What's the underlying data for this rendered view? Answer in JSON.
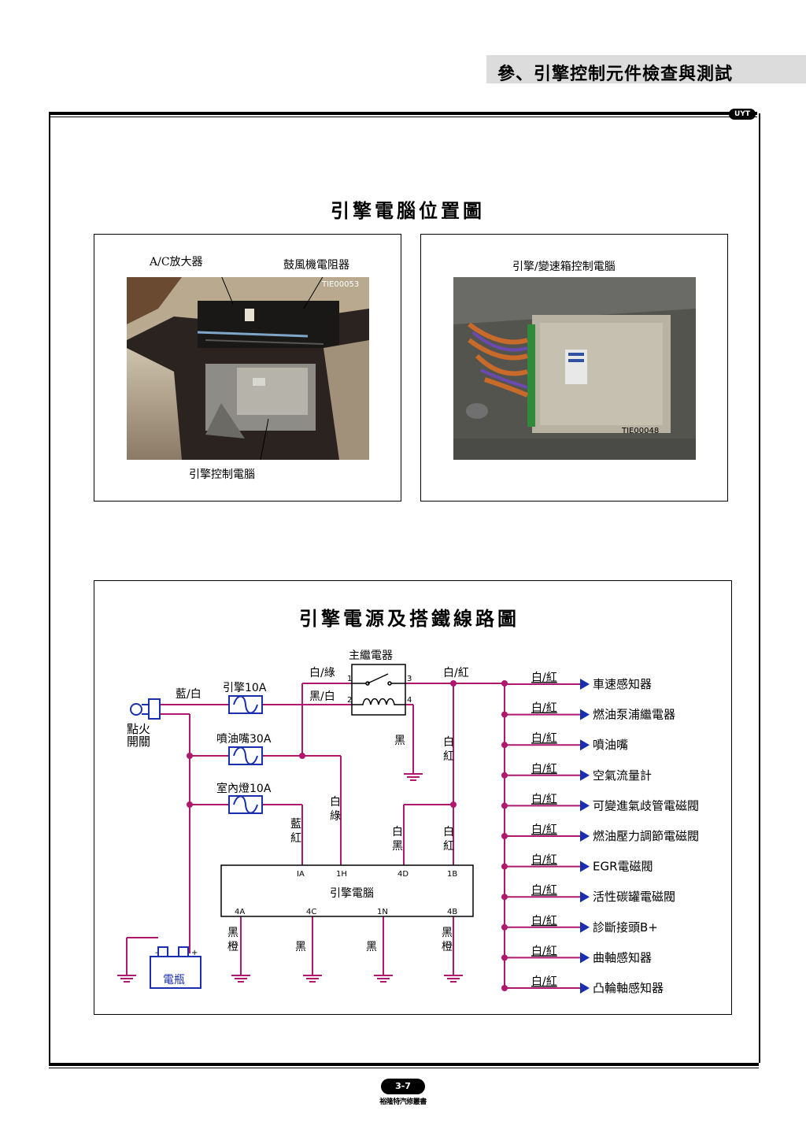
{
  "header": {
    "title": "參、引擎控制元件檢查與測試",
    "logo_text": "UYT"
  },
  "section1": {
    "title": "引擎電腦位置圖",
    "left_photo": {
      "label_ac_amp": "A/C放大器",
      "label_blower": "鼓風機電阻器",
      "label_ecu": "引擎控制電腦",
      "photo_code": "TIE00053"
    },
    "right_photo": {
      "label_ecu": "引擎/變速箱控制電腦",
      "photo_code": "TIE00048"
    }
  },
  "diagram": {
    "title": "引擎電源及搭鐵線路圖",
    "ignition_switch": "點火開關",
    "battery": "電瓶",
    "main_relay": "主繼電器",
    "ecu": "引擎電腦",
    "fuses": {
      "engine": "引擎10A",
      "injector": "噴油嘴30A",
      "room_lamp": "室內燈10A"
    },
    "wires": {
      "blue_white": "藍/白",
      "white_green": "白/綠",
      "black_white": "黑/白",
      "white_red": "白/紅",
      "black": "黑",
      "white_red_v": "白紅",
      "white_green_v": "白綠",
      "blue_red_v": "藍紅",
      "white_black_v": "白黑",
      "white_red_v2": "白紅",
      "black_orange_v": "黑橙",
      "black_v": "黑"
    },
    "relay_pins": [
      "1",
      "2",
      "3",
      "4"
    ],
    "ecu_pins_top": [
      "IA",
      "1H",
      "4D",
      "1B"
    ],
    "ecu_pins_bottom": [
      "4A",
      "4C",
      "1N",
      "4B"
    ],
    "outputs": [
      {
        "wire": "白/紅",
        "label": "車速感知器"
      },
      {
        "wire": "白/紅",
        "label": "燃油泵浦繼電器"
      },
      {
        "wire": "白/紅",
        "label": "噴油嘴"
      },
      {
        "wire": "白/紅",
        "label": "空氣流量計"
      },
      {
        "wire": "白/紅",
        "label": "可變進氣歧管電磁閥"
      },
      {
        "wire": "白/紅",
        "label": "燃油壓力調節電磁閥"
      },
      {
        "wire": "白/紅",
        "label": "EGR電磁閥"
      },
      {
        "wire": "白/紅",
        "label": "活性碳罐電磁閥"
      },
      {
        "wire": "白/紅",
        "label": "診斷接頭B+"
      },
      {
        "wire": "白/紅",
        "label": "曲軸感知器"
      },
      {
        "wire": "白/紅",
        "label": "凸輪軸感知器"
      }
    ],
    "colors": {
      "wire": "#b0186e",
      "component": "#1a2fb0",
      "ground": "#b0186e"
    }
  },
  "footer": {
    "page_number": "3-7",
    "publisher": "裕隆特汽修叢書"
  }
}
